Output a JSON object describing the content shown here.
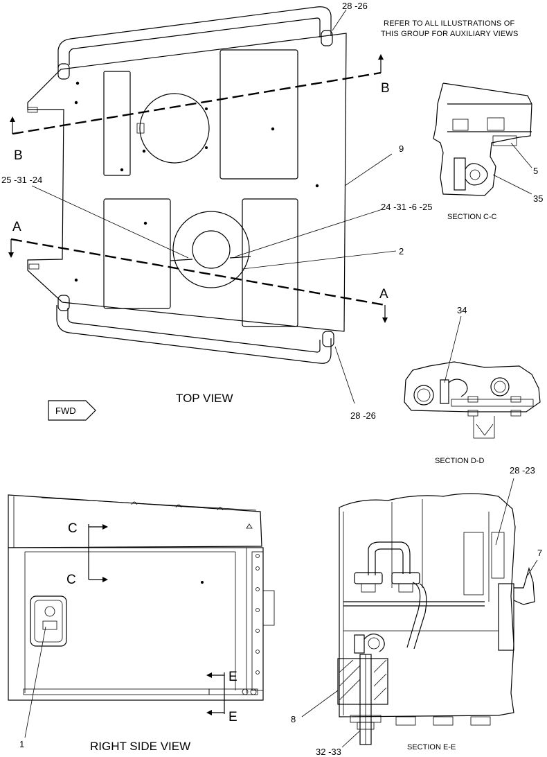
{
  "note": {
    "line1": "REFER TO ALL ILLUSTRATIONS OF",
    "line2": "THIS GROUP FOR AUXILIARY VIEWS"
  },
  "views": {
    "top": "TOP VIEW",
    "right_side": "RIGHT SIDE VIEW",
    "section_c": "SECTION C-C",
    "section_d": "SECTION D-D",
    "section_e": "SECTION E-E"
  },
  "fwd": "FWD",
  "section_letters": {
    "a": "A",
    "b": "B",
    "c": "C",
    "e": "E"
  },
  "callouts": {
    "c28_26_top": "28 -26",
    "c28_26_bottom": "28 -26",
    "c9": "9",
    "c25_31_24": "25 -31 -24",
    "c24_31_6_25": "24 -31 -6 -25",
    "c2": "2",
    "c5": "5",
    "c35": "35",
    "c34": "34",
    "c28_23": "28 -23",
    "c7": "7",
    "c1": "1",
    "c8": "8",
    "c32_33": "32 -33"
  }
}
